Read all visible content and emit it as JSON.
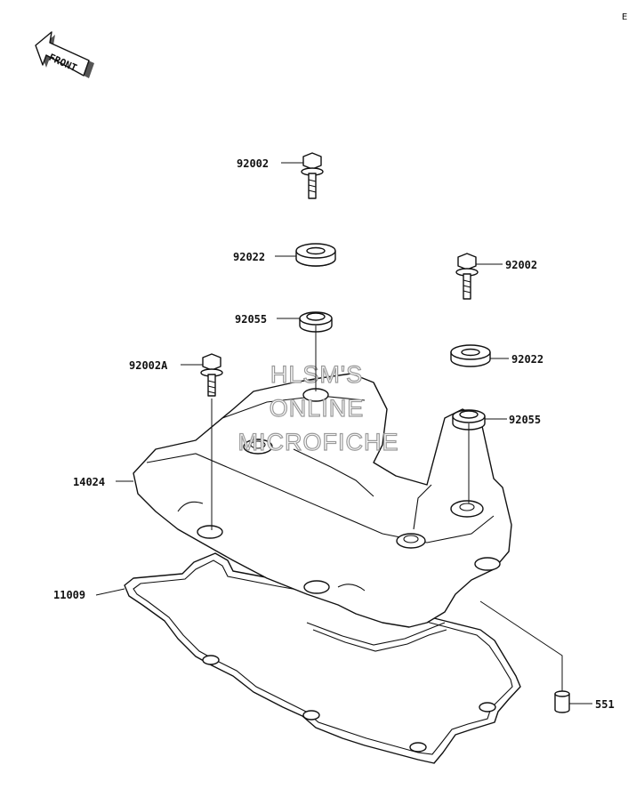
{
  "diagram": {
    "corner_mark": "E",
    "front_arrow_label": "FRONT",
    "watermark": [
      "HLSM'S",
      "ONLINE",
      "MICROFICHE"
    ],
    "parts": [
      {
        "id": "bolt-upper",
        "number": "92002"
      },
      {
        "id": "washer-upper",
        "number": "92022"
      },
      {
        "id": "grommet-upper",
        "number": "92055"
      },
      {
        "id": "bolt-right",
        "number": "92002"
      },
      {
        "id": "washer-right",
        "number": "92022"
      },
      {
        "id": "grommet-right",
        "number": "92055"
      },
      {
        "id": "bolt-left",
        "number": "92002A"
      },
      {
        "id": "cylinder-head-cover",
        "number": "14024"
      },
      {
        "id": "cover-gasket",
        "number": "11009"
      },
      {
        "id": "dowel-pin",
        "number": "551"
      }
    ]
  }
}
